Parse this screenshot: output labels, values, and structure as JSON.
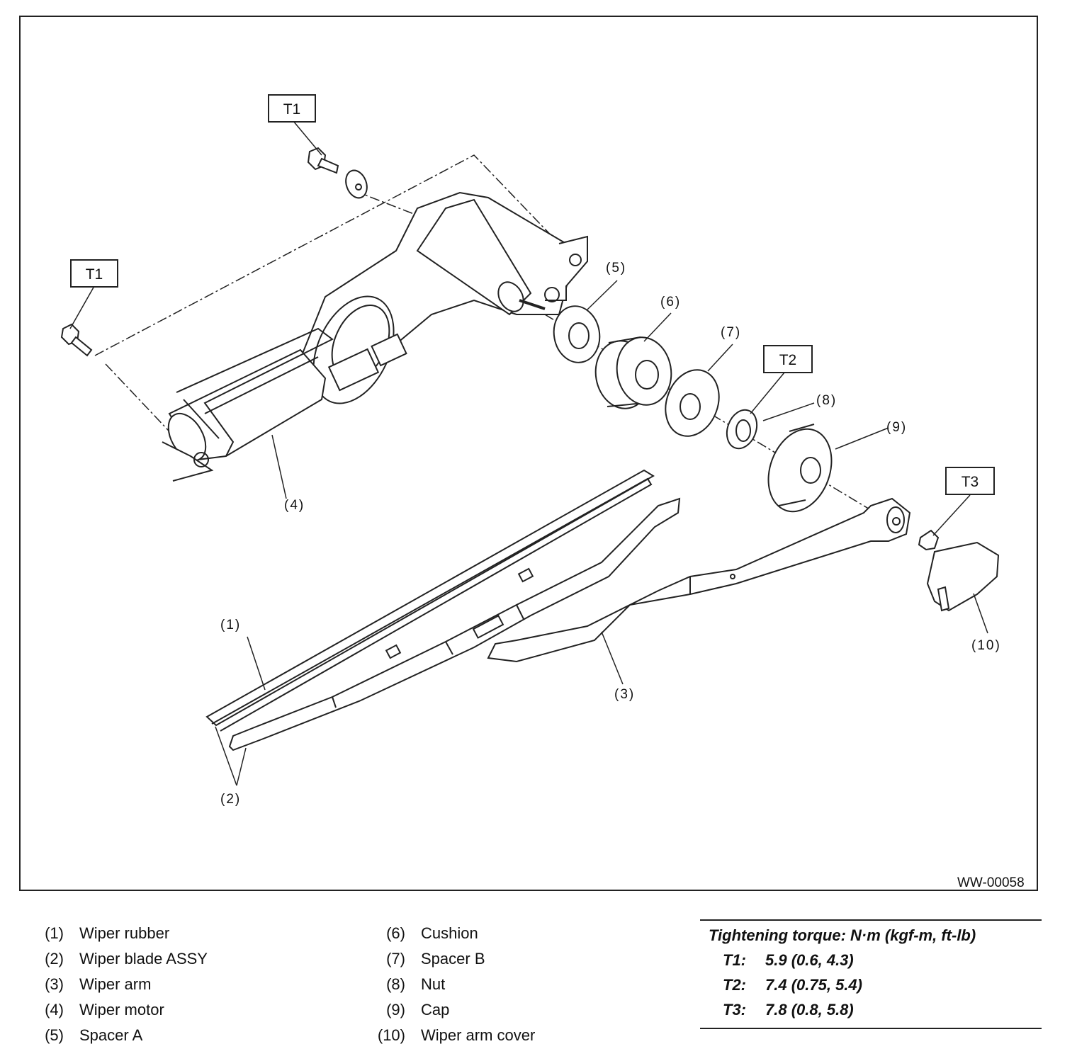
{
  "figure": {
    "code": "WW-00058",
    "torque_tags": [
      "T1",
      "T1",
      "T2",
      "T3"
    ],
    "part_labels": [
      "(1)",
      "(2)",
      "(3)",
      "(4)",
      "(5)",
      "(6)",
      "(7)",
      "(8)",
      "(9)",
      "(10)"
    ]
  },
  "legend": {
    "left": [
      {
        "num": "(1)",
        "name": "Wiper rubber"
      },
      {
        "num": "(2)",
        "name": "Wiper blade ASSY"
      },
      {
        "num": "(3)",
        "name": "Wiper arm"
      },
      {
        "num": "(4)",
        "name": "Wiper motor"
      },
      {
        "num": "(5)",
        "name": "Spacer A"
      }
    ],
    "right": [
      {
        "num": "(6)",
        "name": "Cushion"
      },
      {
        "num": "(7)",
        "name": "Spacer B"
      },
      {
        "num": "(8)",
        "name": "Nut"
      },
      {
        "num": "(9)",
        "name": "Cap"
      },
      {
        "num": "(10)",
        "name": "Wiper arm cover"
      }
    ]
  },
  "torque": {
    "heading": "Tightening torque: N·m (kgf-m, ft-lb)",
    "rows": [
      {
        "key": "T1:",
        "value": "5.9 (0.6, 4.3)"
      },
      {
        "key": "T2:",
        "value": "7.4 (0.75, 5.4)"
      },
      {
        "key": "T3:",
        "value": "7.8 (0.8, 5.8)"
      }
    ]
  }
}
